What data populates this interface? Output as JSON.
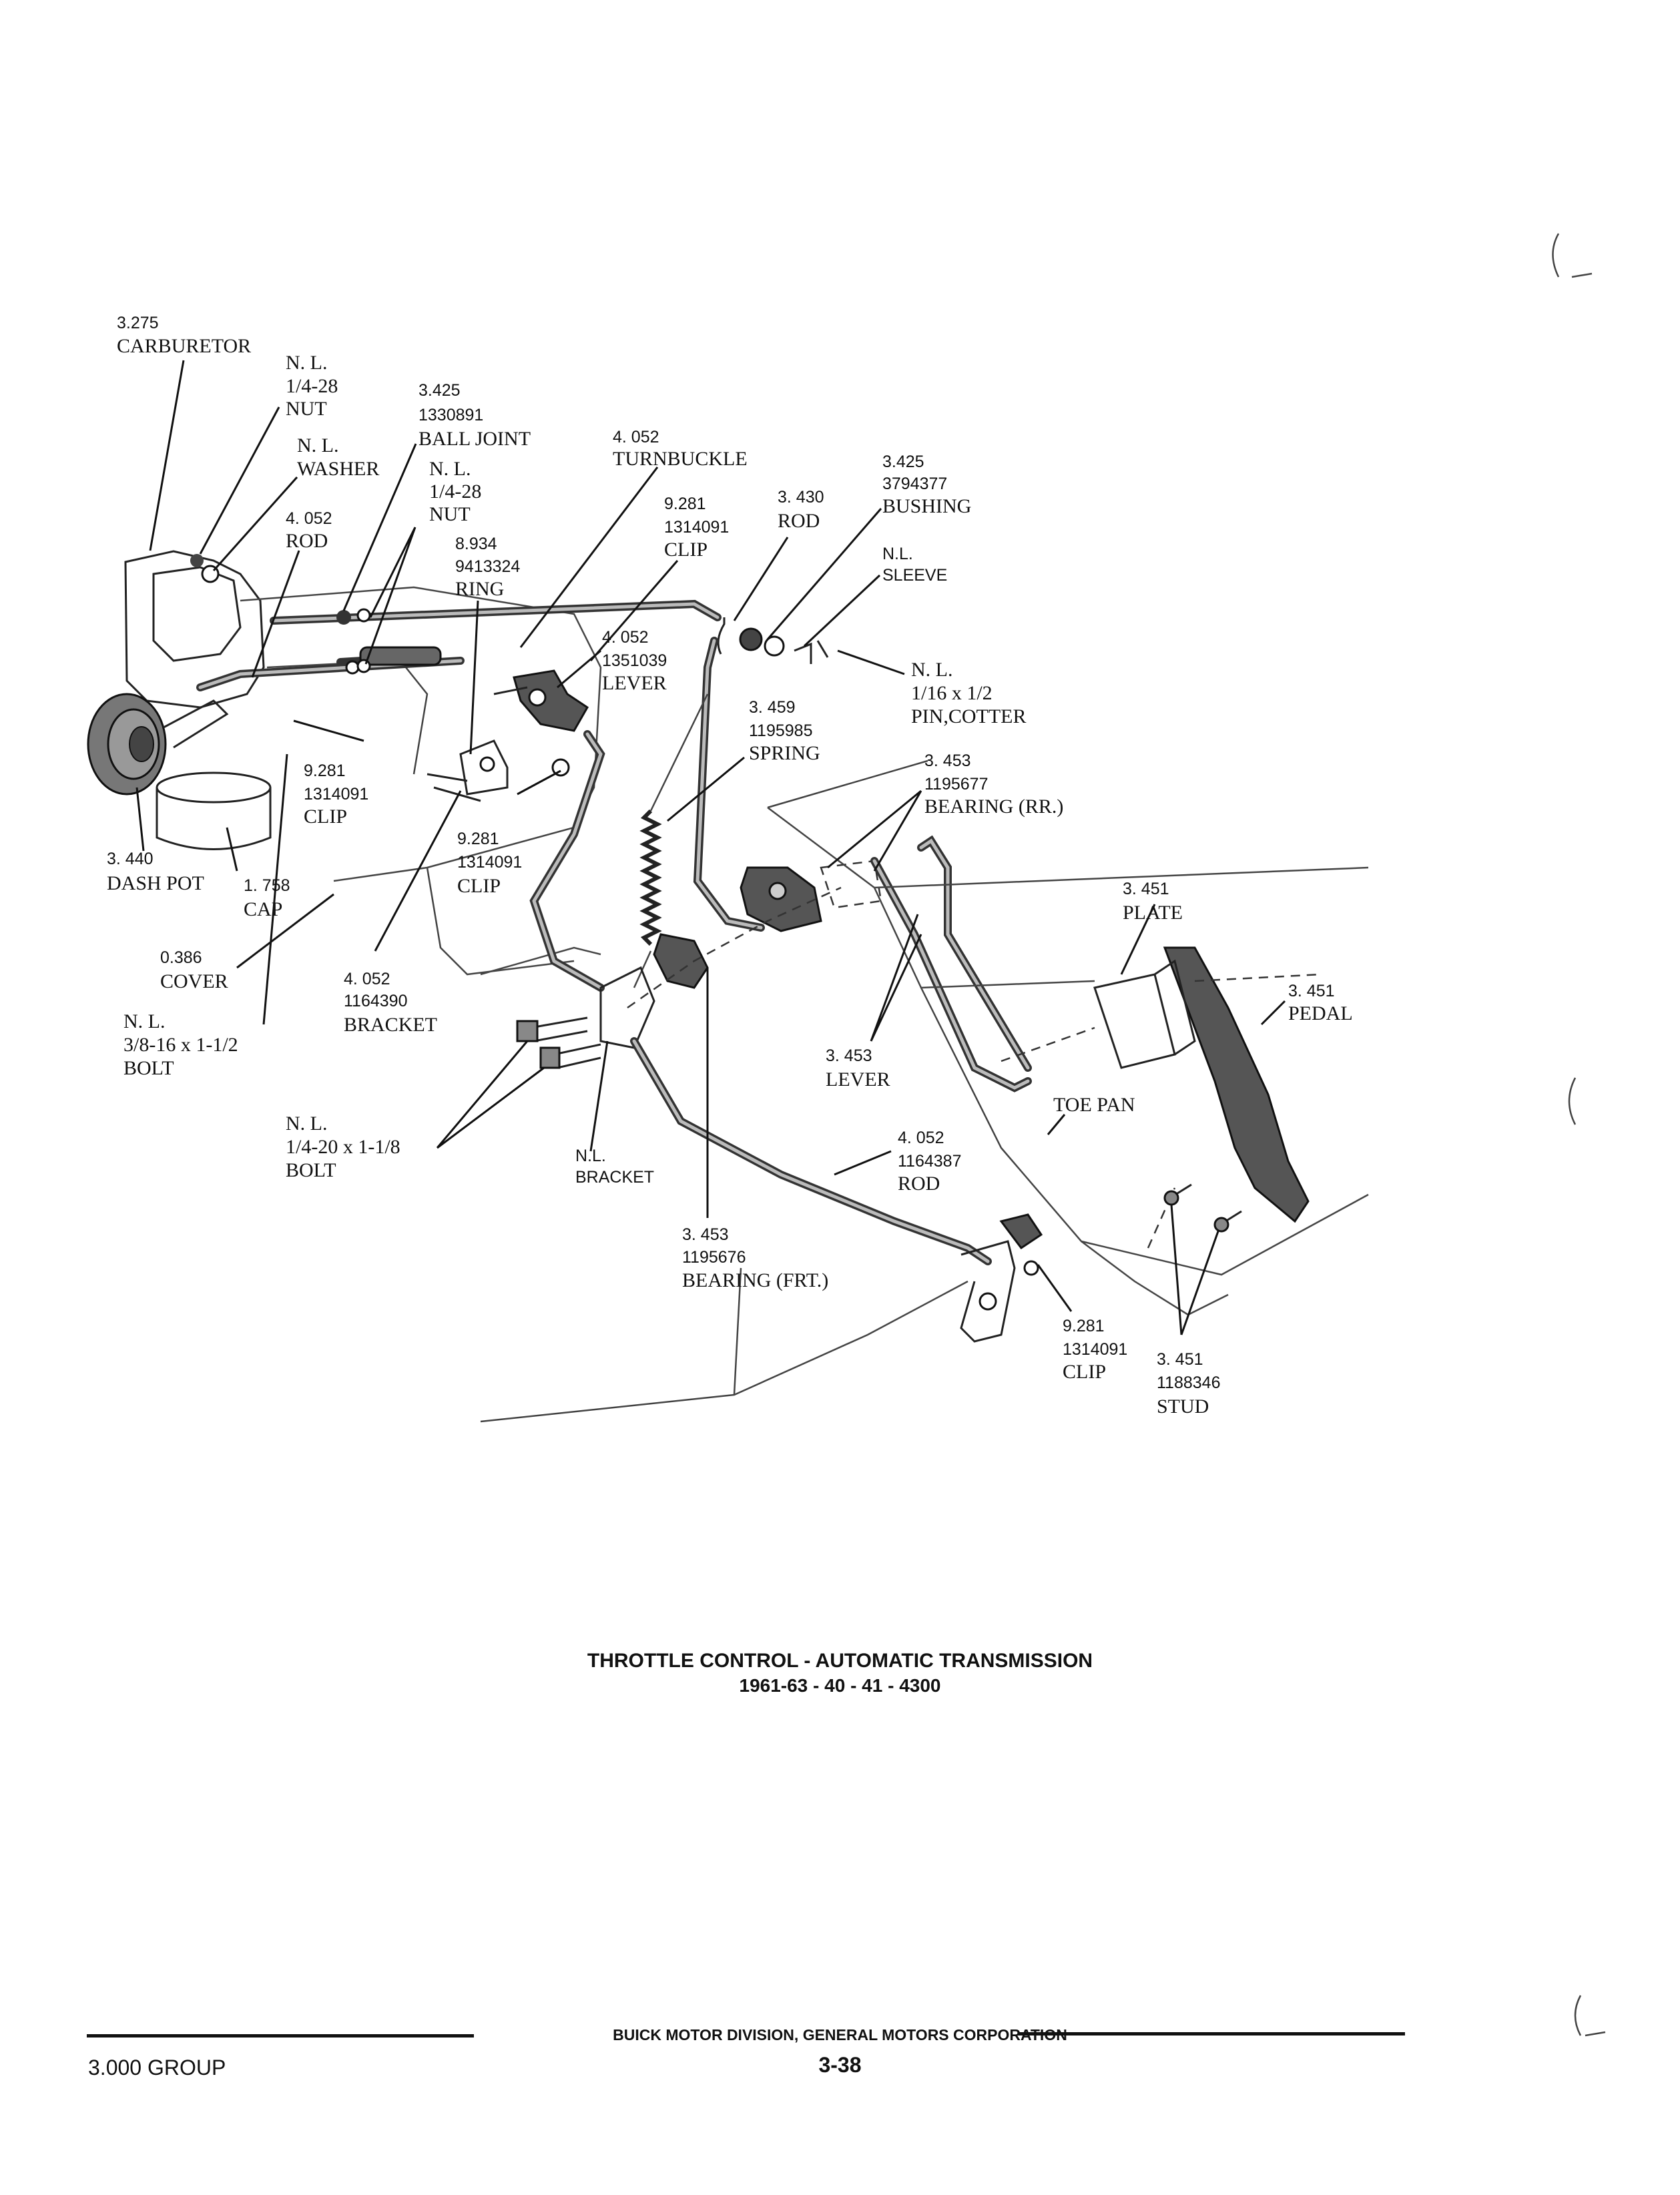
{
  "labels": {
    "carburetor": [
      "3.275",
      "CARBURETOR"
    ],
    "nut_top": [
      "N. L.",
      "1/4-28",
      "NUT"
    ],
    "ball_joint": [
      "3.425",
      "1330891",
      "BALL JOINT"
    ],
    "washer": [
      "N. L.",
      "WASHER"
    ],
    "nut_mid": [
      "N. L.",
      "1/4-28",
      "NUT"
    ],
    "rod_left": [
      "4. 052",
      "ROD"
    ],
    "ring": [
      "8.934",
      "9413324",
      "RING"
    ],
    "turnbuckle": [
      "4. 052",
      "TURNBUCKLE"
    ],
    "clip_top": [
      "9.281",
      "1314091",
      "CLIP"
    ],
    "rod_top": [
      "3. 430",
      "ROD"
    ],
    "bushing": [
      "3.425",
      "3794377",
      "BUSHING"
    ],
    "sleeve": [
      "N.L.",
      "SLEEVE"
    ],
    "pin_cotter": [
      "N. L.",
      "1/16 x 1/2",
      "PIN,COTTER"
    ],
    "lever_upper": [
      "4. 052",
      "1351039",
      "LEVER"
    ],
    "spring": [
      "3. 459",
      "1195985",
      "SPRING"
    ],
    "bearing_rr": [
      "3. 453",
      "1195677",
      "BEARING (RR.)"
    ],
    "clip_left": [
      "9.281",
      "1314091",
      "CLIP"
    ],
    "clip_center": [
      "9.281",
      "1314091",
      "CLIP"
    ],
    "dash_pot": [
      "3. 440",
      "DASH POT"
    ],
    "cap": [
      "1. 758",
      "CAP"
    ],
    "plate": [
      "3. 451",
      "PLATE"
    ],
    "pedal": [
      "3. 451",
      "PEDAL"
    ],
    "cover": [
      "0.386",
      "COVER"
    ],
    "bracket_mid": [
      "4. 052",
      "1164390",
      "BRACKET"
    ],
    "bolt_38": [
      "N. L.",
      "3/8-16 x 1-1/2",
      "BOLT"
    ],
    "lever_lower": [
      "3. 453",
      "LEVER"
    ],
    "toe_pan": [
      "TOE PAN"
    ],
    "bolt_14": [
      "N. L.",
      "1/4-20 x 1-1/8",
      "BOLT"
    ],
    "bracket_nl": [
      "N.L.",
      "BRACKET"
    ],
    "rod_lower": [
      "4. 052",
      "1164387",
      "ROD"
    ],
    "bearing_frt": [
      "3. 453",
      "1195676",
      "BEARING (FRT.)"
    ],
    "clip_lower": [
      "9.281",
      "1314091",
      "CLIP"
    ],
    "stud": [
      "3. 451",
      "1188346",
      "STUD"
    ]
  },
  "caption": {
    "title": "THROTTLE CONTROL - AUTOMATIC TRANSMISSION",
    "subtitle": "1961-63 - 40 - 41 - 4300"
  },
  "footer": {
    "publisher": "BUICK MOTOR DIVISION, GENERAL MOTORS CORPORATION",
    "group": "3.000 GROUP",
    "page": "3-38"
  }
}
